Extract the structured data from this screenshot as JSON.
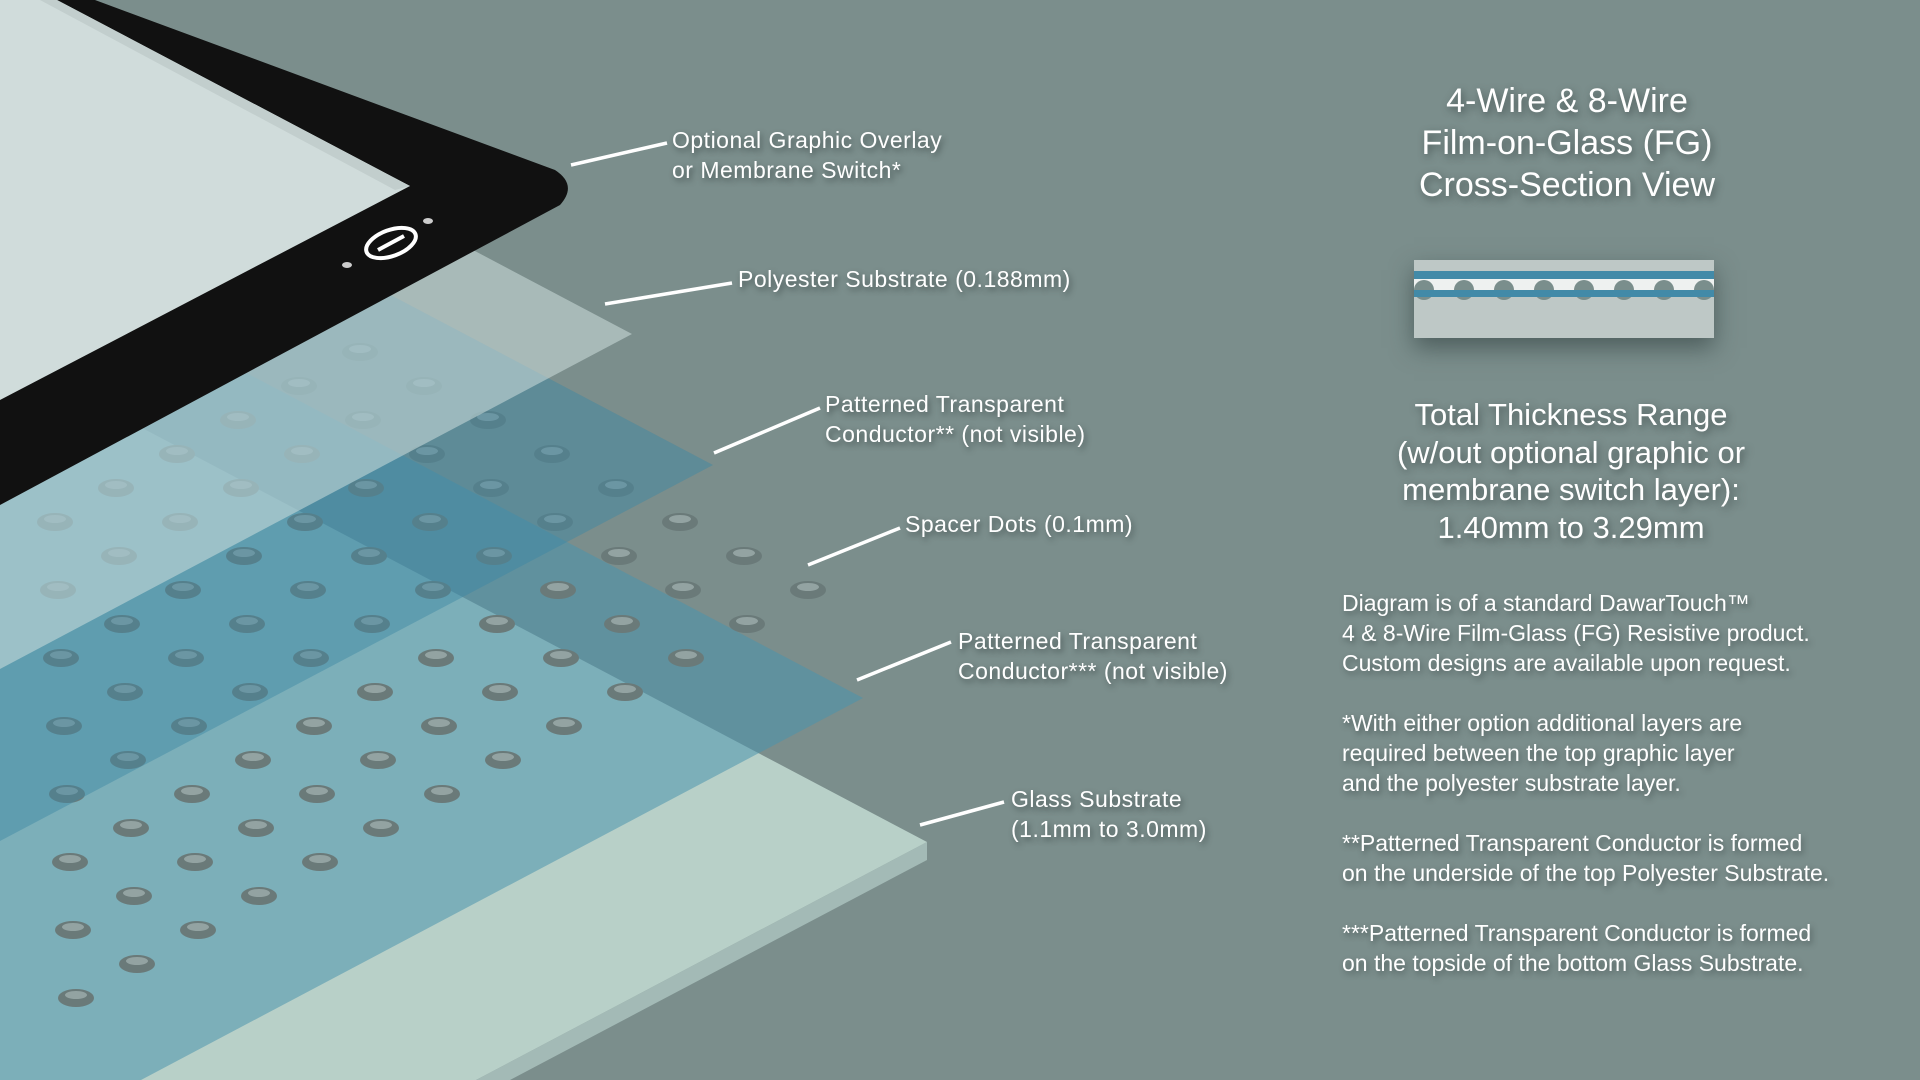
{
  "labels": {
    "overlay": [
      "Optional Graphic Overlay",
      "or Membrane Switch*"
    ],
    "polyester": "Polyester Substrate (0.188mm)",
    "top_conductor": [
      "Patterned Transparent",
      "Conductor** (not visible)"
    ],
    "spacer": "Spacer Dots (0.1mm)",
    "bottom_conductor": [
      "Patterned Transparent",
      "Conductor*** (not visible)"
    ],
    "glass": [
      "Glass Substrate",
      "(1.1mm to 3.0mm)"
    ]
  },
  "panel": {
    "title": [
      "4-Wire & 8-Wire",
      "Film-on-Glass (FG)",
      "Cross-Section View"
    ],
    "thickness": [
      "Total Thickness Range",
      "(w/out optional graphic or",
      "membrane switch layer):",
      "1.40mm to 3.29mm"
    ],
    "notes": [
      [
        "Diagram is of a standard DawarTouch™",
        "4 & 8-Wire Film-Glass (FG) Resistive product.",
        "Custom designs are available upon request."
      ],
      [
        "*With either option additional layers are",
        "required between the top graphic layer",
        "and the polyester substrate layer."
      ],
      [
        "**Patterned Transparent Conductor is formed",
        "on the underside of the top Polyester Substrate."
      ],
      [
        "***Patterned Transparent Conductor is formed",
        "on the topside of the bottom Glass Substrate."
      ]
    ]
  },
  "colors": {
    "background": "#7b8e8c",
    "glass": "#b8d0c8",
    "conductor": "#4a94ad",
    "overlay": "#111111"
  }
}
